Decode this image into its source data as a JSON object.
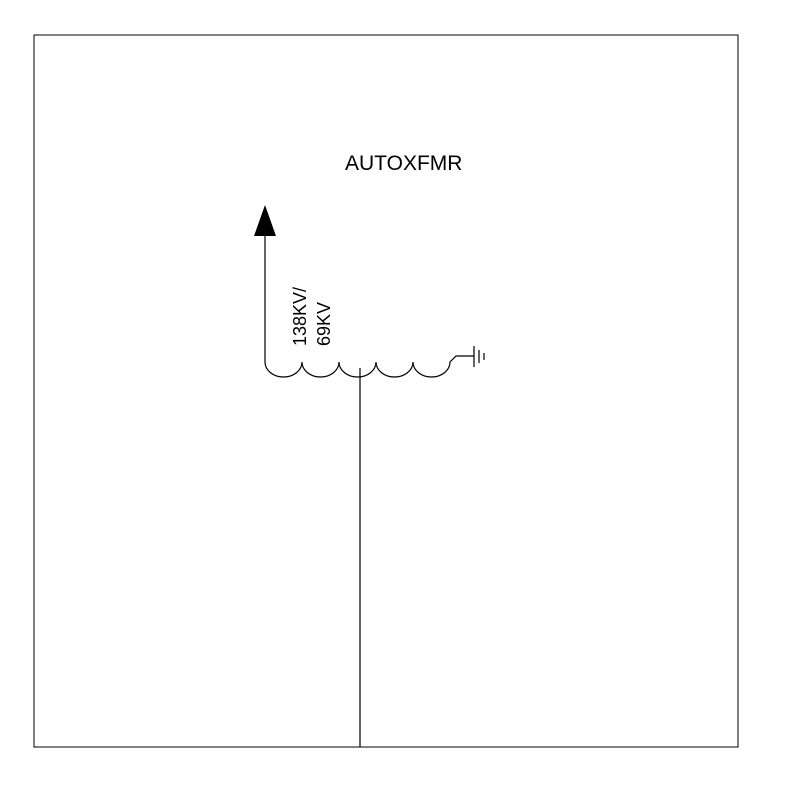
{
  "diagram": {
    "title": "AUTOXFMR",
    "voltage_rating": {
      "line1": "138KV/",
      "line2": "69KV"
    },
    "symbols": [
      "arrow-up-icon",
      "transformer-winding-coil",
      "ground-icon"
    ]
  }
}
